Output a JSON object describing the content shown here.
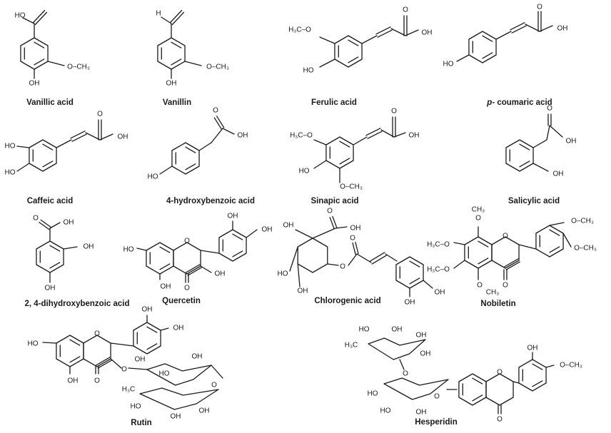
{
  "compounds": [
    {
      "id": "vanillic",
      "name": "Vanillic acid"
    },
    {
      "id": "vanillin",
      "name": "Vanillin"
    },
    {
      "id": "ferulic",
      "name": "Ferulic acid"
    },
    {
      "id": "pcoumaric",
      "name_prefix": "p-",
      "name": " coumaric acid"
    },
    {
      "id": "caffeic",
      "name": "Caffeic acid"
    },
    {
      "id": "hba4",
      "name": "4-hydroxybenzoic acid"
    },
    {
      "id": "sinapic",
      "name": "Sinapic acid"
    },
    {
      "id": "salicylic",
      "name": "Salicylic acid"
    },
    {
      "id": "dhba24",
      "name": "2, 4-dihydroxybenzoic acid"
    },
    {
      "id": "quercetin",
      "name": "Quercetin"
    },
    {
      "id": "chlorogenic",
      "name": "Chlorogenic acid"
    },
    {
      "id": "nobiletin",
      "name": "Nobiletin"
    },
    {
      "id": "rutin",
      "name": "Rutin"
    },
    {
      "id": "hesperidin",
      "name": "Hesperidin"
    }
  ],
  "atom_labels": {
    "OH": "OH",
    "HO": "HO",
    "O": "O",
    "H": "H",
    "OCH3": "O–CH₃",
    "H3CO": "H₃C–O",
    "CH3": "CH₃",
    "H3C": "H₃C"
  }
}
